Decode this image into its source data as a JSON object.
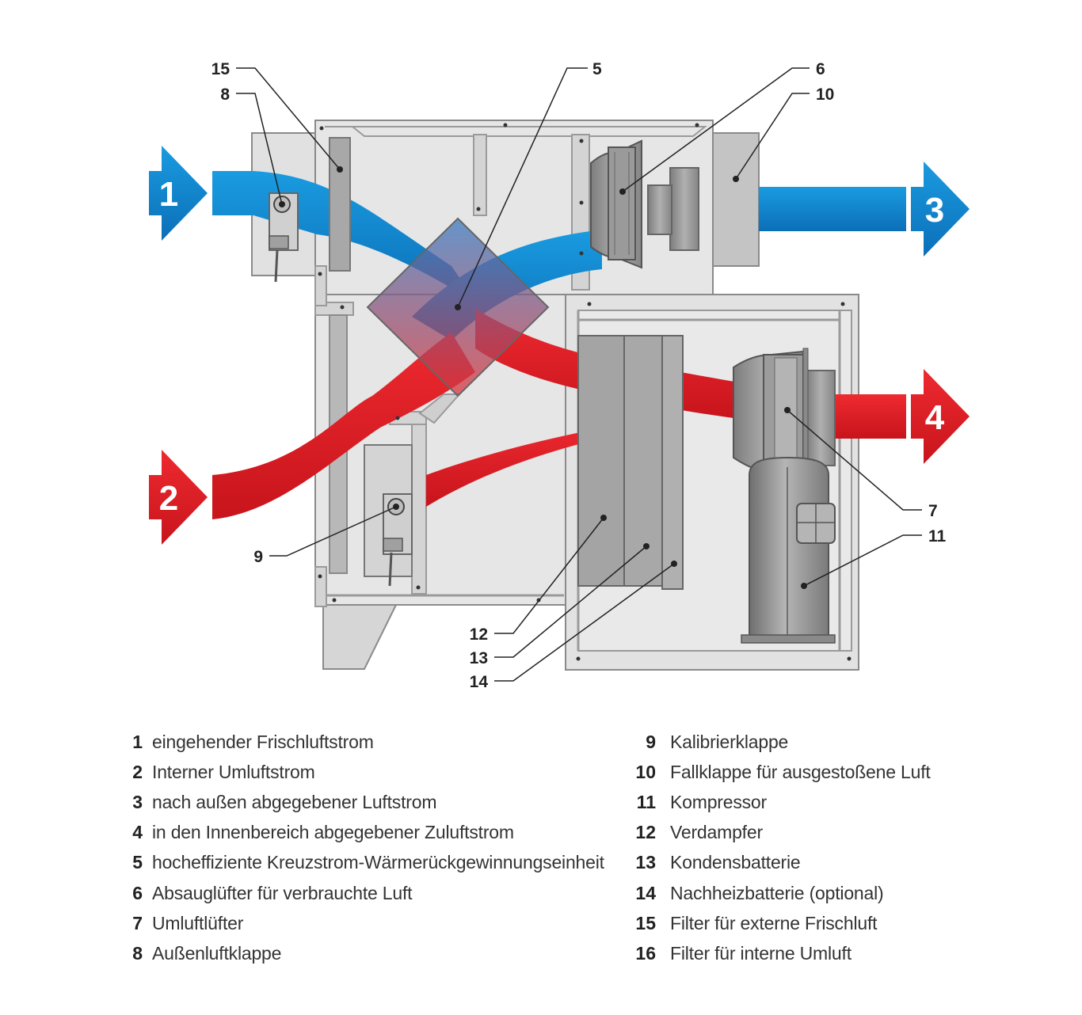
{
  "flow_arrows": [
    {
      "number": "1",
      "color": "#1a8fd8"
    },
    {
      "number": "2",
      "color": "#e8202a"
    },
    {
      "number": "3",
      "color": "#1a8fd8"
    },
    {
      "number": "4",
      "color": "#e8202a"
    }
  ],
  "callouts": [
    "15",
    "8",
    "5",
    "6",
    "10",
    "9",
    "7",
    "11",
    "12",
    "13",
    "14"
  ],
  "colors": {
    "blue_stream": "#1a8fd8",
    "red_stream": "#e8202a",
    "housing": "#e4e4e4",
    "component": "#9a9a9a"
  },
  "legend": {
    "left": [
      {
        "num": "1",
        "label": "eingehender Frischluftstrom"
      },
      {
        "num": "2",
        "label": "Interner Umluftstrom"
      },
      {
        "num": "3",
        "label": "nach außen abgegebener Luftstrom"
      },
      {
        "num": "4",
        "label": "in den Innenbereich abgegebener Zuluftstrom"
      },
      {
        "num": "5",
        "label": "hocheffiziente Kreuzstrom-Wärmerückgewinnungseinheit"
      },
      {
        "num": "6",
        "label": "Absauglüfter für verbrauchte Luft"
      },
      {
        "num": "7",
        "label": "Umluftlüfter"
      },
      {
        "num": "8",
        "label": "Außenluftklappe"
      }
    ],
    "right": [
      {
        "num": "9",
        "label": "Kalibrierklappe"
      },
      {
        "num": "10",
        "label": "Fallklappe für ausgestoßene Luft"
      },
      {
        "num": "11",
        "label": "Kompressor"
      },
      {
        "num": "12",
        "label": "Verdampfer"
      },
      {
        "num": "13",
        "label": "Kondensbatterie"
      },
      {
        "num": "14",
        "label": "Nachheizbatterie (optional)"
      },
      {
        "num": "15",
        "label": "Filter für externe Frischluft"
      },
      {
        "num": "16",
        "label": "Filter für interne Umluft"
      }
    ]
  }
}
